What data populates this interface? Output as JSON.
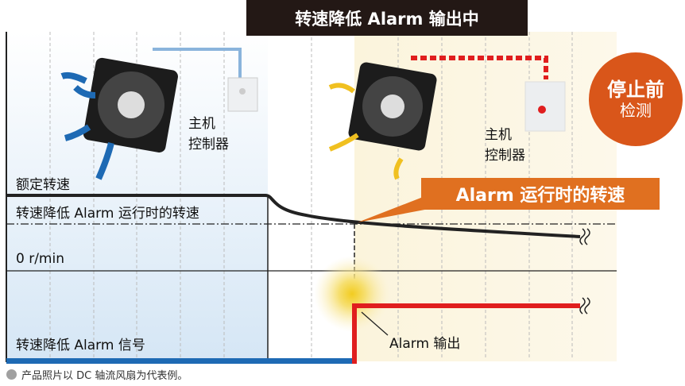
{
  "title": "转速降低 Alarm 输出中",
  "left_controller_label": [
    "主机",
    "控制器"
  ],
  "right_controller_label": [
    "主机",
    "控制器"
  ],
  "badge": {
    "line1": "停止前",
    "line2": "检测"
  },
  "callout": "Alarm 运行时的转速",
  "labels": {
    "rated_speed": "额定转速",
    "alarm_speed": "转速降低 Alarm 运行时的转速",
    "zero": "0 r/min",
    "signal": "转速降低 Alarm 信号",
    "alarm_output": "Alarm 输出"
  },
  "footnote": "产品照片以 DC 轴流风扇为代表例。",
  "colors": {
    "title_bg": "#231815",
    "callout": "#e07020",
    "badge": "#d9561a",
    "signal_red": "#e01e1e",
    "signal_blue": "#1e6ab4",
    "normal_panel": "#dceaf6",
    "alarm_panel": "#fbf3dc"
  }
}
